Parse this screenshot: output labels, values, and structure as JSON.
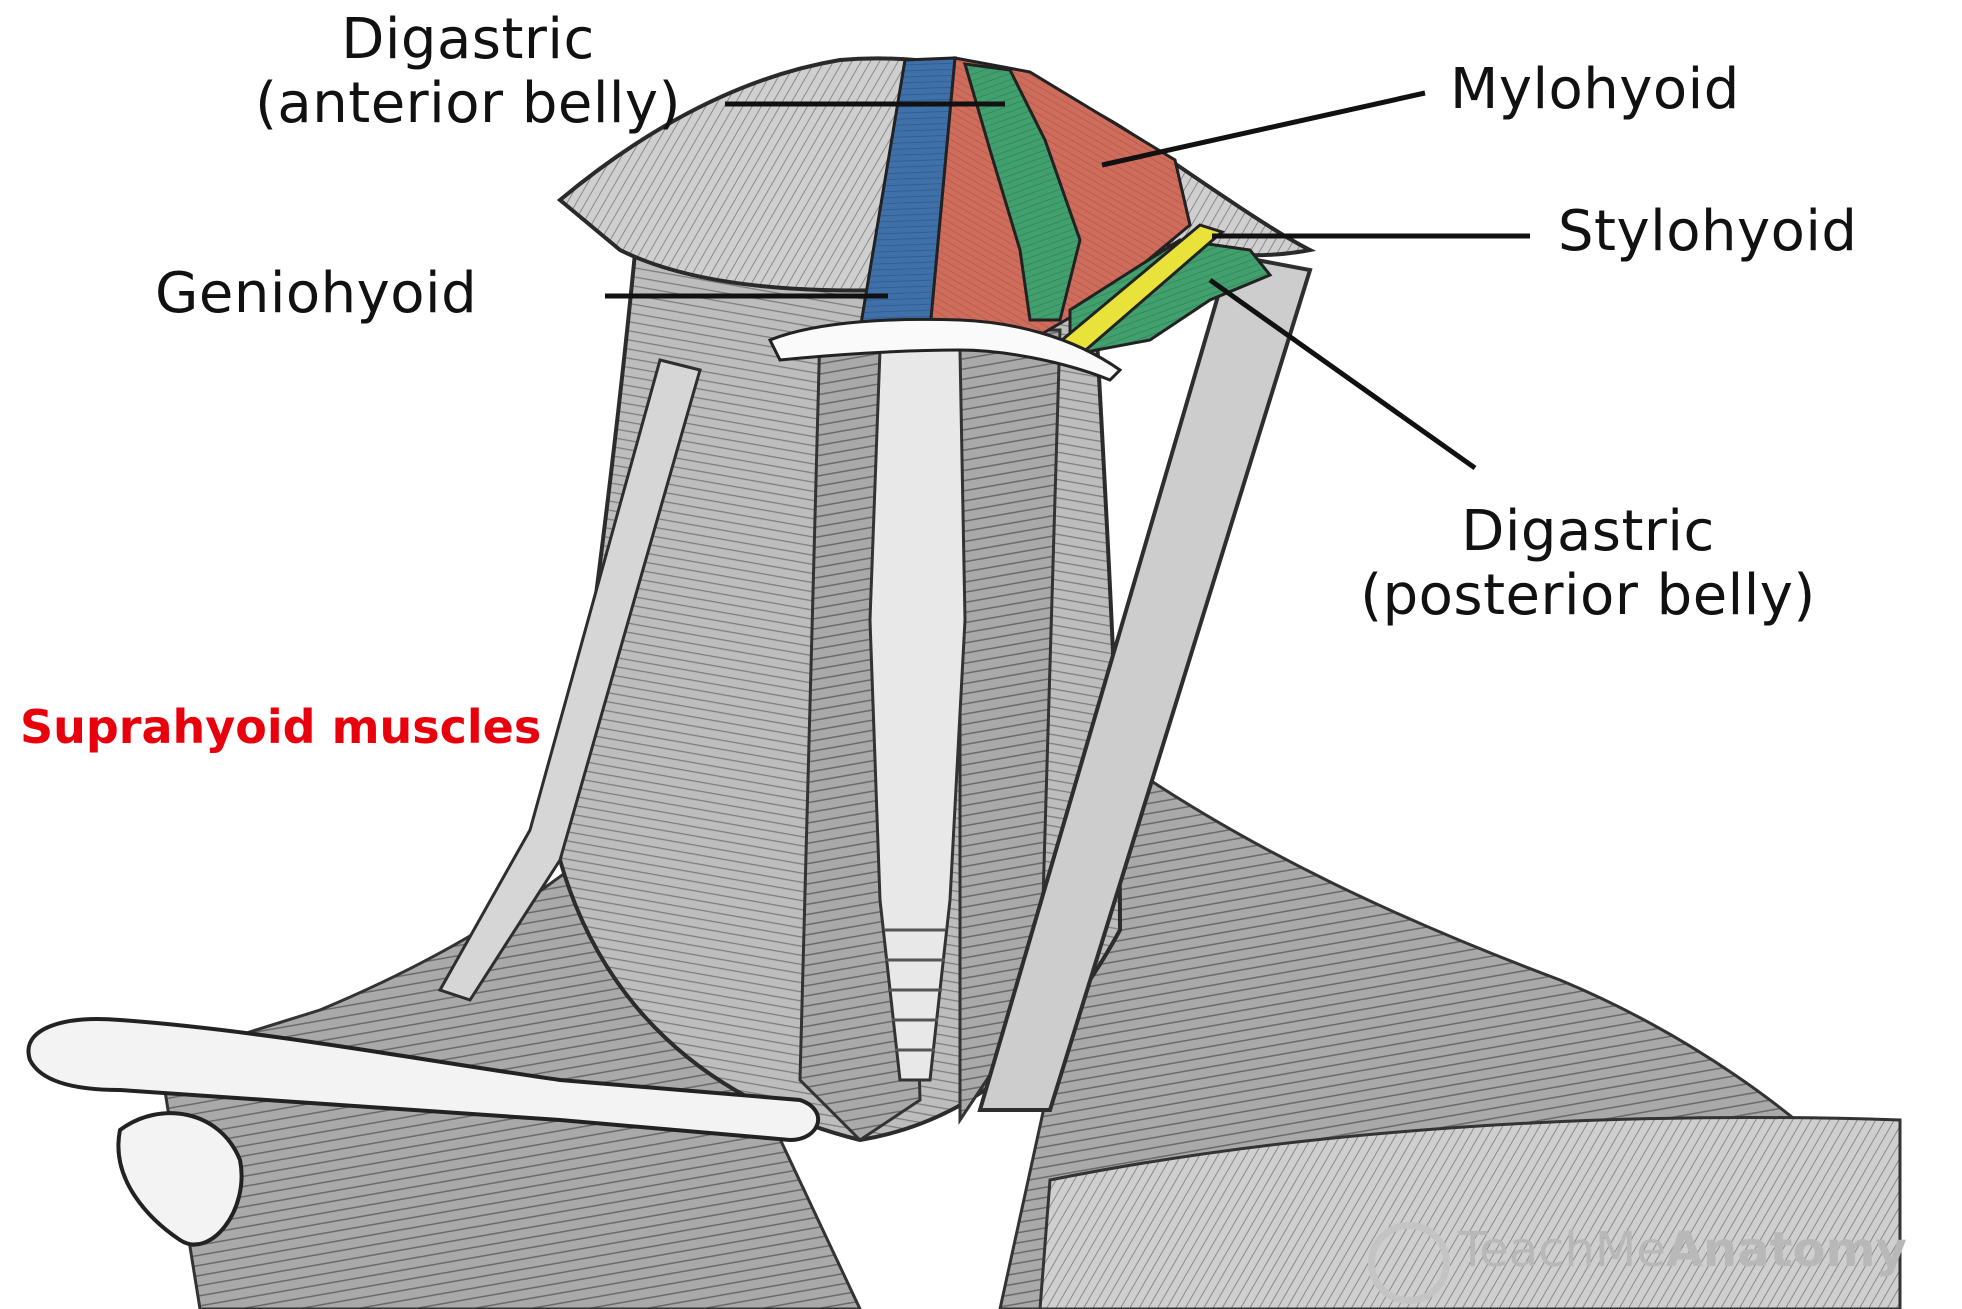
{
  "title": {
    "text": "Suprahyoid muscles",
    "color": "#e8000c"
  },
  "labels": {
    "digastric_anterior": {
      "name": "Digastric",
      "detail": "(anterior belly)"
    },
    "geniohyoid": {
      "name": "Geniohyoid"
    },
    "mylohyoid": {
      "name": "Mylohyoid"
    },
    "stylohyoid": {
      "name": "Stylohyoid"
    },
    "digastric_posterior": {
      "name": "Digastric",
      "detail": "(posterior belly)"
    }
  },
  "muscle_colors": {
    "geniohyoid": "#3c6ea8",
    "mylohyoid": "#cc6b5b",
    "digastric": "#3d9a6a",
    "stylohyoid": "#e9e23a"
  },
  "watermark": {
    "prefix": "Teach",
    "middle": "Me",
    "bold": "Anatomy"
  },
  "icons": [
    "copyright-icon"
  ]
}
